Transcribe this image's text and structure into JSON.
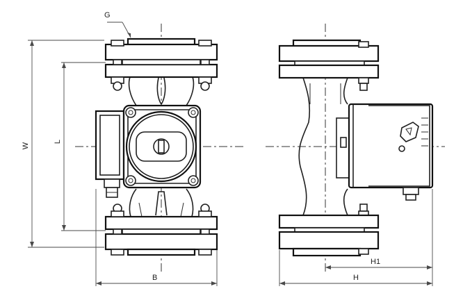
{
  "labels": {
    "g": "G",
    "w": "W",
    "l": "L",
    "b": "B",
    "h1": "H1",
    "h": "H"
  }
}
